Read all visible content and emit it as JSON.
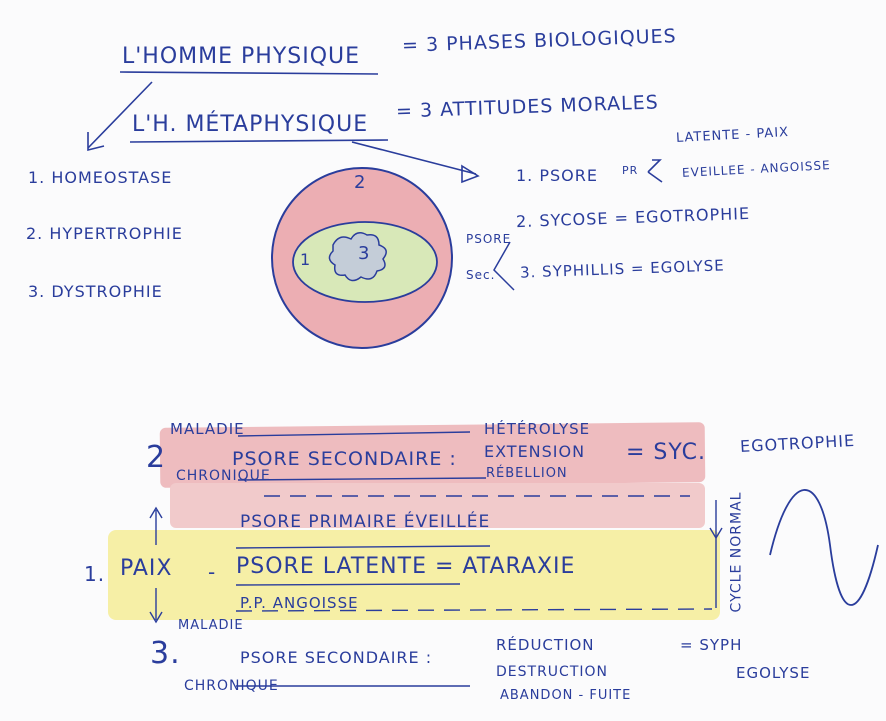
{
  "header": {
    "homme_physique": "L'HOMME PHYSIQUE",
    "eq1": "= 3 PHASES BIOLOGIQUES",
    "h_metaphysique": "L'H. MÉTAPHYSIQUE",
    "eq2": "= 3 ATTITUDES MORALES"
  },
  "phases": [
    "1. HOMEOSTASE",
    "2. HYPERTROPHIE",
    "3. DYSTROPHIE"
  ],
  "circle": {
    "outer": "2",
    "middle": "1",
    "inner": "3"
  },
  "attitudes": {
    "psore": "1. PSORE",
    "pr": "PR",
    "latente": "LATENTE - PAIX",
    "eveillee": "EVEILLEE - ANGOISSE",
    "sycose": "2. SYCOSE = EGOTROPHIE",
    "syphilis": "3. SYPHILLIS = EGOLYSE",
    "psore_sec_1": "PSORE",
    "psore_sec_2": "Sec."
  },
  "lower": {
    "maladie_top": "MALADIE",
    "chronique_top": "CHRONIQUE",
    "num2": "2",
    "psore_sec_2": "PSORE SECONDAIRE :",
    "heterolyse": "HÉTÉROLYSE",
    "extension": "EXTENSION",
    "rebellion": "RÉBELLION",
    "syc": "= SYC.",
    "egotrophie": "EGOTROPHIE",
    "psore_primaire": "PSORE PRIMAIRE ÉVEILLÉE",
    "num1": "1.",
    "paix": "PAIX",
    "dash": "-",
    "psore_latente": "PSORE LATENTE = ATARAXIE",
    "pp_angoisse": "P.P. ANGOISSE",
    "cycle_normal": "CYCLE NORMAL",
    "maladie_bottom": "MALADIE",
    "num3": "3.",
    "psore_sec_3": "PSORE SECONDAIRE :",
    "chronique_bottom": "CHRONIQUE",
    "reduction": "RÉDUCTION",
    "destruction": "DESTRUCTION",
    "abandon": "ABANDON - FUITE",
    "syph": "= SYPH",
    "egolyse": "EGOLYSE"
  },
  "colors": {
    "ink": "#2a3d9c",
    "red_wash": "#e8a4a8",
    "green_wash": "#d3e4b4",
    "yellow_wash": "#f4ec9a"
  }
}
